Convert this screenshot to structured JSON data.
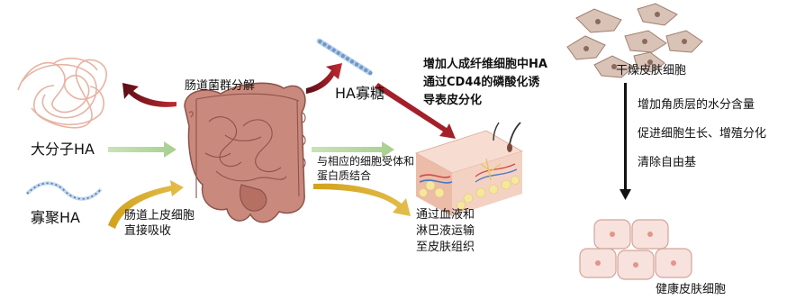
{
  "colors": {
    "gut": "#c9887c",
    "gut_dark": "#9f5f57",
    "fiber": "#e8b4a4",
    "arrow_red": "#a3202a",
    "arrow_green": "#b6d7a4",
    "arrow_gold": "#d2a21c",
    "arrow_black": "#111111",
    "skin": "#f2c9b3",
    "cell_fill": "#d8c2b6",
    "cell_fill_healthy": "#f6e1dc",
    "bead": "#8fb3d9"
  },
  "labels": {
    "gut_microbiota": "肠道菌群分解",
    "ha_oligo_top": "HA寡糖",
    "large_ha": "大分子HA",
    "oligo_ha": "寡聚HA",
    "epithelial_absorb_1": "肠道上皮细胞",
    "epithelial_absorb_2": "直接吸收",
    "receptor_bind_1": "与相应的细胞受体和",
    "receptor_bind_2": "蛋白质结合",
    "blood_lymph_1": "通过血液和",
    "blood_lymph_2": "淋巴液运输",
    "blood_lymph_3": "至皮肤组织",
    "fibroblast_1": "增加人成纤维细胞中HA",
    "fibroblast_2": "通过CD44的磷酸化诱",
    "fibroblast_3": "导表皮分化",
    "dry_skin_cells": "干燥皮肤细胞",
    "effect_1": "增加角质层的水分含量",
    "effect_2": "促进细胞生长、增殖分化",
    "effect_3": "清除自由基",
    "healthy_skin_cells": "健康皮肤细胞"
  },
  "icons": {
    "large_ha": "tangled-fiber-icon",
    "oligo_ha": "chain-wave-icon",
    "ha_oligo_top": "bead-chain-icon",
    "intestine": "intestine-icon",
    "skin": "skin-cross-section-icon",
    "dry_cells": "dry-skin-cells-icon",
    "healthy_cells": "healthy-skin-cells-icon"
  }
}
